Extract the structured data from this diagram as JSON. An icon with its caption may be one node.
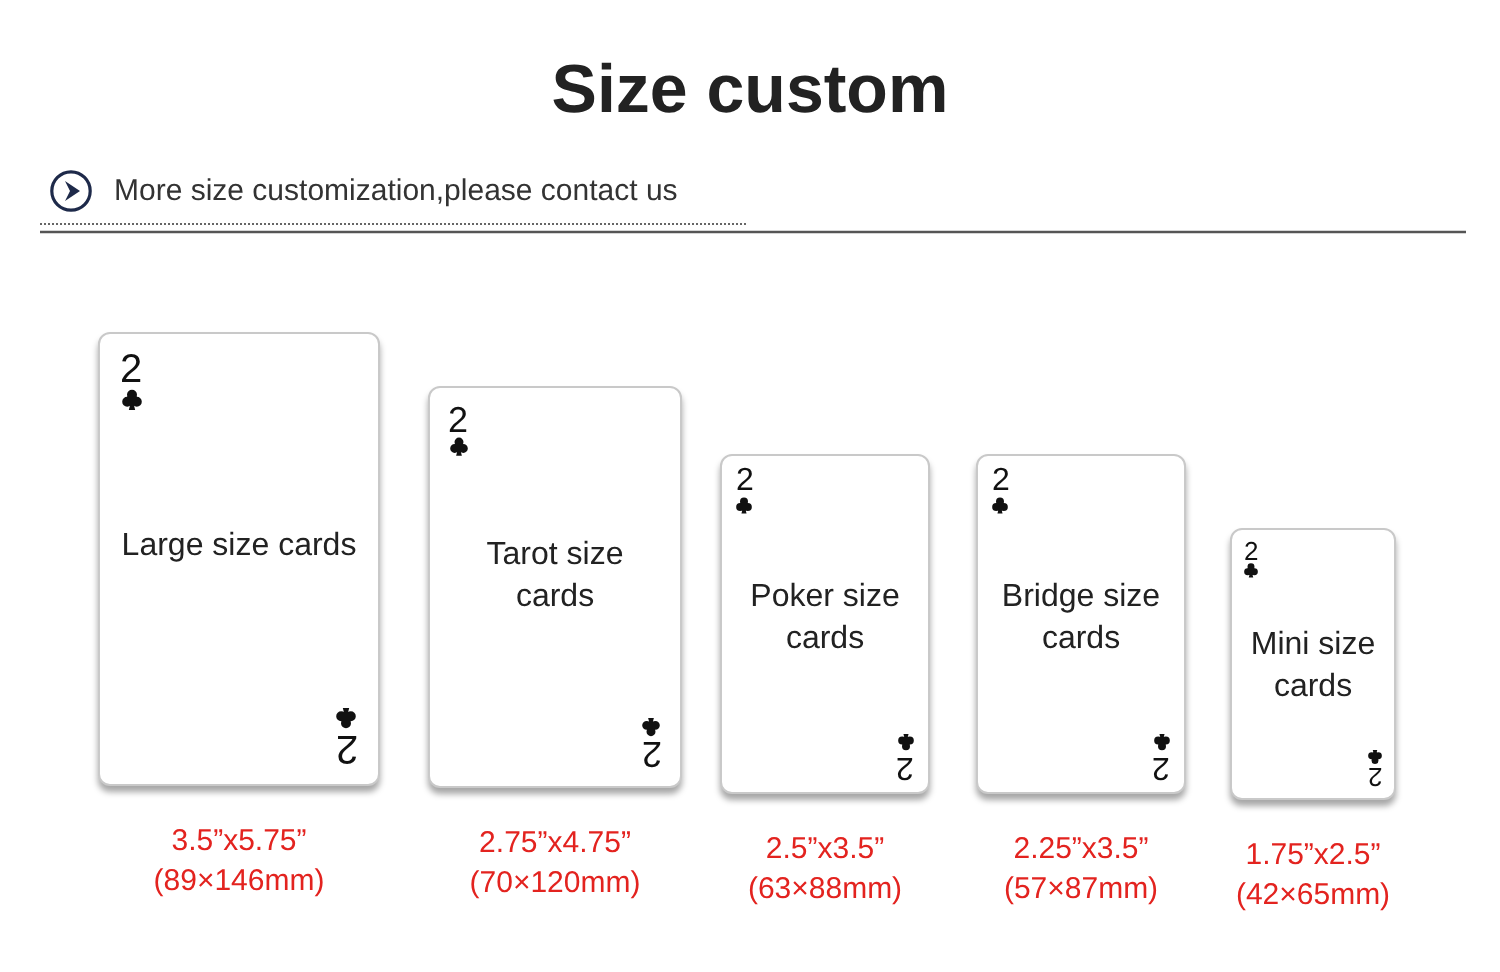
{
  "diagram": {
    "title": "Size custom",
    "nodes": [
      {
        "text": [
          "2",
          "Large size cards",
          "2"
        ],
        "beside": [
          "3.5”x5.75”",
          "(89×146mm)"
        ]
      },
      {
        "text": [
          "2",
          "Tarot size cards",
          "2"
        ],
        "beside": [
          "2.75”x4.75”",
          "(70×120mm)"
        ]
      },
      {
        "text": [
          "2",
          "Poker size cards",
          "2"
        ],
        "beside": [
          "2.5”x3.5”",
          "(63×88mm)"
        ]
      },
      {
        "text": [
          "2",
          "Bridge size cards",
          "2"
        ],
        "beside": [
          "2.25”x3.5”",
          "(57×87mm)"
        ]
      },
      {
        "text": [
          "2",
          "Mini size cards",
          "2"
        ],
        "beside": [
          "1.75”x2.5”",
          "(42×65mm)"
        ]
      }
    ],
    "labels": [
      "More size customization,please contact us"
    ]
  }
}
